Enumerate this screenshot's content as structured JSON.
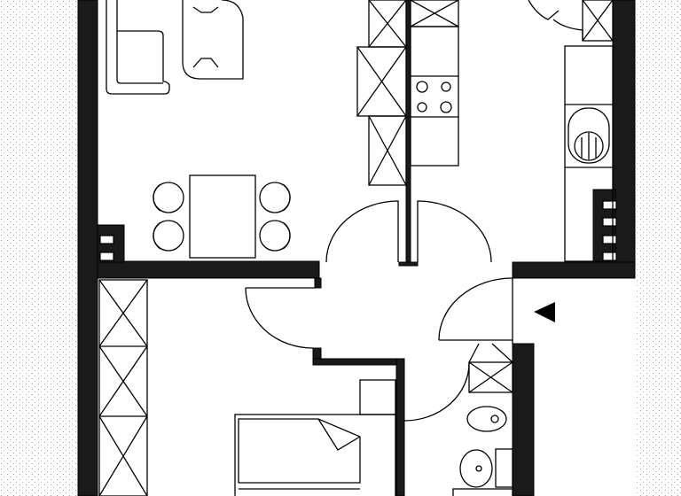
{
  "diagram": {
    "type": "floor-plan",
    "colors": {
      "wall": "#1a1a1a",
      "line": "#000000",
      "background": "#ffffff",
      "stipple": "#9a9a9a"
    },
    "rooms": [
      "living-dining",
      "kitchen",
      "hall",
      "bedroom",
      "bathroom"
    ],
    "entrance_marker": "triangle-left-icon"
  }
}
